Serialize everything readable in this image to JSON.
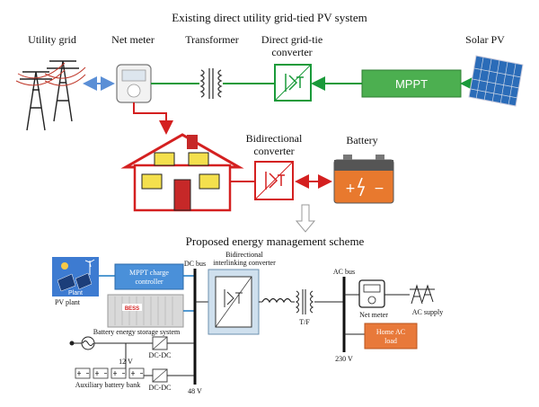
{
  "top": {
    "title": "Existing direct utility grid-tied PV system",
    "utility_grid": "Utility grid",
    "net_meter": "Net meter",
    "transformer": "Transformer",
    "converter_line1": "Direct grid-tie",
    "converter_line2": "converter",
    "solar_pv": "Solar PV",
    "mppt": "MPPT",
    "bidir_line1": "Bidirectional",
    "bidir_line2": "converter",
    "battery": "Battery"
  },
  "bottom": {
    "title": "Proposed energy management scheme",
    "plant": "Plant",
    "pv_plant": "PV plant",
    "mppt_line1": "MPPT charge",
    "mppt_line2": "controller",
    "bess_label": "BESS",
    "bess": "Battery energy storage system",
    "dc_bus": "DC bus",
    "bidir_line1": "Bidirectional",
    "bidir_line2": "interlinking converter",
    "tf": "T/F",
    "ac_bus": "AC bus",
    "net_meter": "Net meter",
    "ac_supply": "AC supply",
    "home_line1": "Home AC",
    "home_line2": "load",
    "v230": "230 V",
    "v12": "12 V",
    "dcdc1": "DC-DC",
    "dcdc2": "DC-DC",
    "aux_bank": "Auxiliary battery bank",
    "v48": "48 V"
  },
  "colors": {
    "green_line": "#1a9a3a",
    "red_line": "#d42020",
    "blue_box": "#4a90d9",
    "orange_box": "#e8793a",
    "mppt_green": "#4caf50"
  }
}
